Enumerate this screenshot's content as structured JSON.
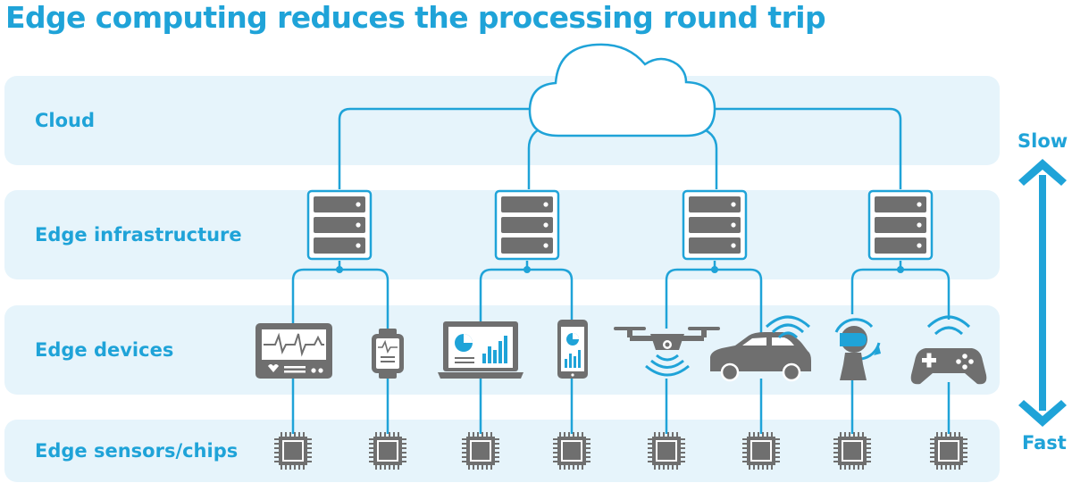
{
  "title": "Edge computing reduces the processing round trip",
  "tiers": [
    {
      "label": "Cloud"
    },
    {
      "label": "Edge infrastructure"
    },
    {
      "label": "Edge devices"
    },
    {
      "label": "Edge sensors/chips"
    }
  ],
  "speed_axis": {
    "top_label": "Slow",
    "bottom_label": "Fast"
  },
  "devices": [
    {
      "icon": "medical-monitor-icon"
    },
    {
      "icon": "smartwatch-icon"
    },
    {
      "icon": "laptop-dashboard-icon"
    },
    {
      "icon": "smartphone-icon"
    },
    {
      "icon": "drone-icon"
    },
    {
      "icon": "connected-car-icon"
    },
    {
      "icon": "vr-headset-user-icon"
    },
    {
      "icon": "game-controller-icon"
    }
  ],
  "colors": {
    "accent": "#1fa3d8",
    "band": "#e6f4fb",
    "icon_gray": "#6f6f6f",
    "line": "#1fa3d8"
  }
}
